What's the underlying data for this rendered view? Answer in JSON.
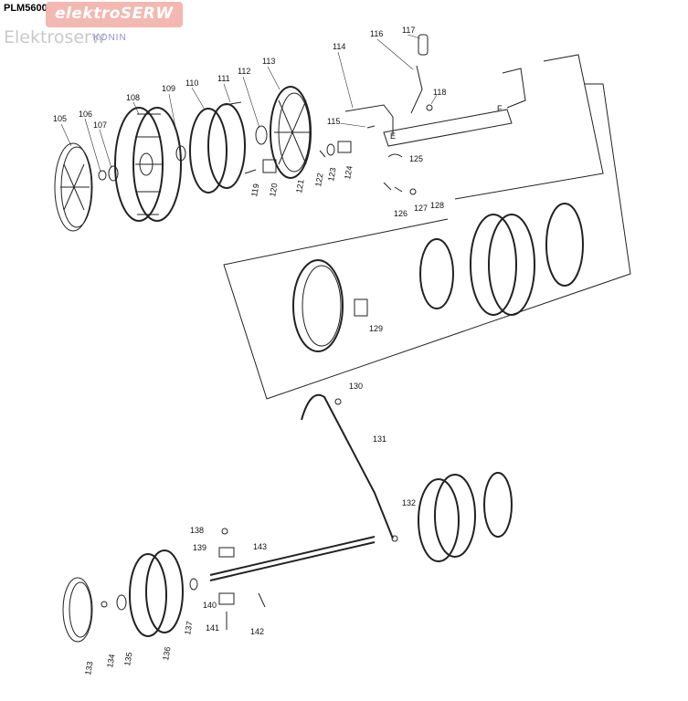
{
  "header": {
    "model": "PLM5600",
    "brand": "elektroSERW",
    "watermark": "Elektroserw",
    "city": "KONIN"
  },
  "letters": [
    "E",
    "F"
  ],
  "labels": [
    "105",
    "106",
    "107",
    "108",
    "109",
    "110",
    "111",
    "112",
    "113",
    "114",
    "115",
    "116",
    "117",
    "118",
    "119",
    "120",
    "121",
    "122",
    "123",
    "124",
    "125",
    "126",
    "127",
    "128",
    "129",
    "130",
    "131",
    "132",
    "133",
    "134",
    "135",
    "136",
    "137",
    "138",
    "139",
    "140",
    "141",
    "142",
    "143"
  ]
}
